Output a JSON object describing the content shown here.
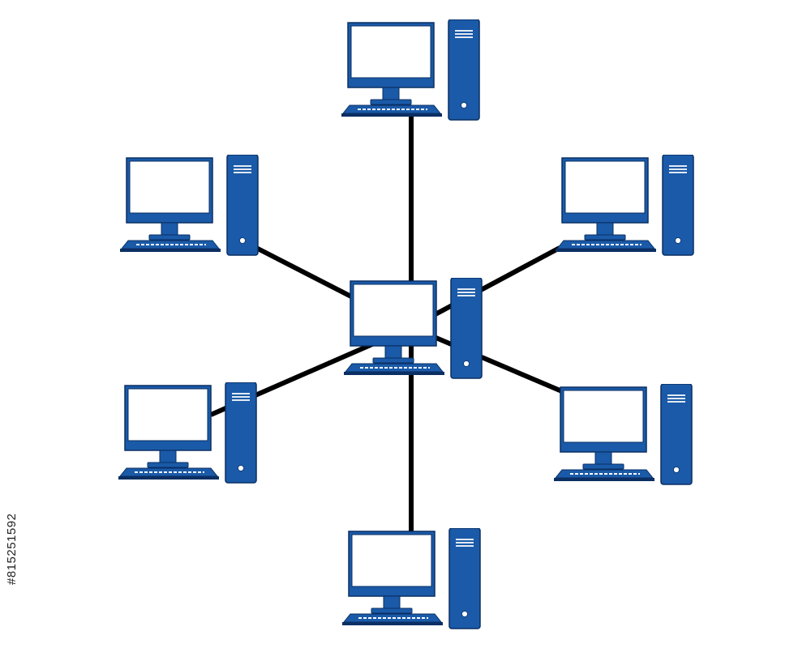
{
  "diagram": {
    "type": "star-network-topology",
    "hub": {
      "id": "hub",
      "icon": "desktop-computer-icon"
    },
    "nodes": [
      {
        "id": "top",
        "icon": "desktop-computer-icon"
      },
      {
        "id": "upper-left",
        "icon": "desktop-computer-icon"
      },
      {
        "id": "upper-right",
        "icon": "desktop-computer-icon"
      },
      {
        "id": "lower-left",
        "icon": "desktop-computer-icon"
      },
      {
        "id": "lower-right",
        "icon": "desktop-computer-icon"
      },
      {
        "id": "bottom",
        "icon": "desktop-computer-icon"
      }
    ],
    "links": [
      {
        "from": "hub",
        "to": "top"
      },
      {
        "from": "hub",
        "to": "upper-left"
      },
      {
        "from": "hub",
        "to": "upper-right"
      },
      {
        "from": "hub",
        "to": "lower-left"
      },
      {
        "from": "hub",
        "to": "lower-right"
      },
      {
        "from": "hub",
        "to": "bottom"
      }
    ]
  },
  "watermark": {
    "stock_id": "#815251592"
  },
  "colors": {
    "device_fill": "#1a5aa8",
    "device_outline": "#0b2f63",
    "screen": "#ffffff",
    "cable": "#000000",
    "background": "#ffffff"
  }
}
